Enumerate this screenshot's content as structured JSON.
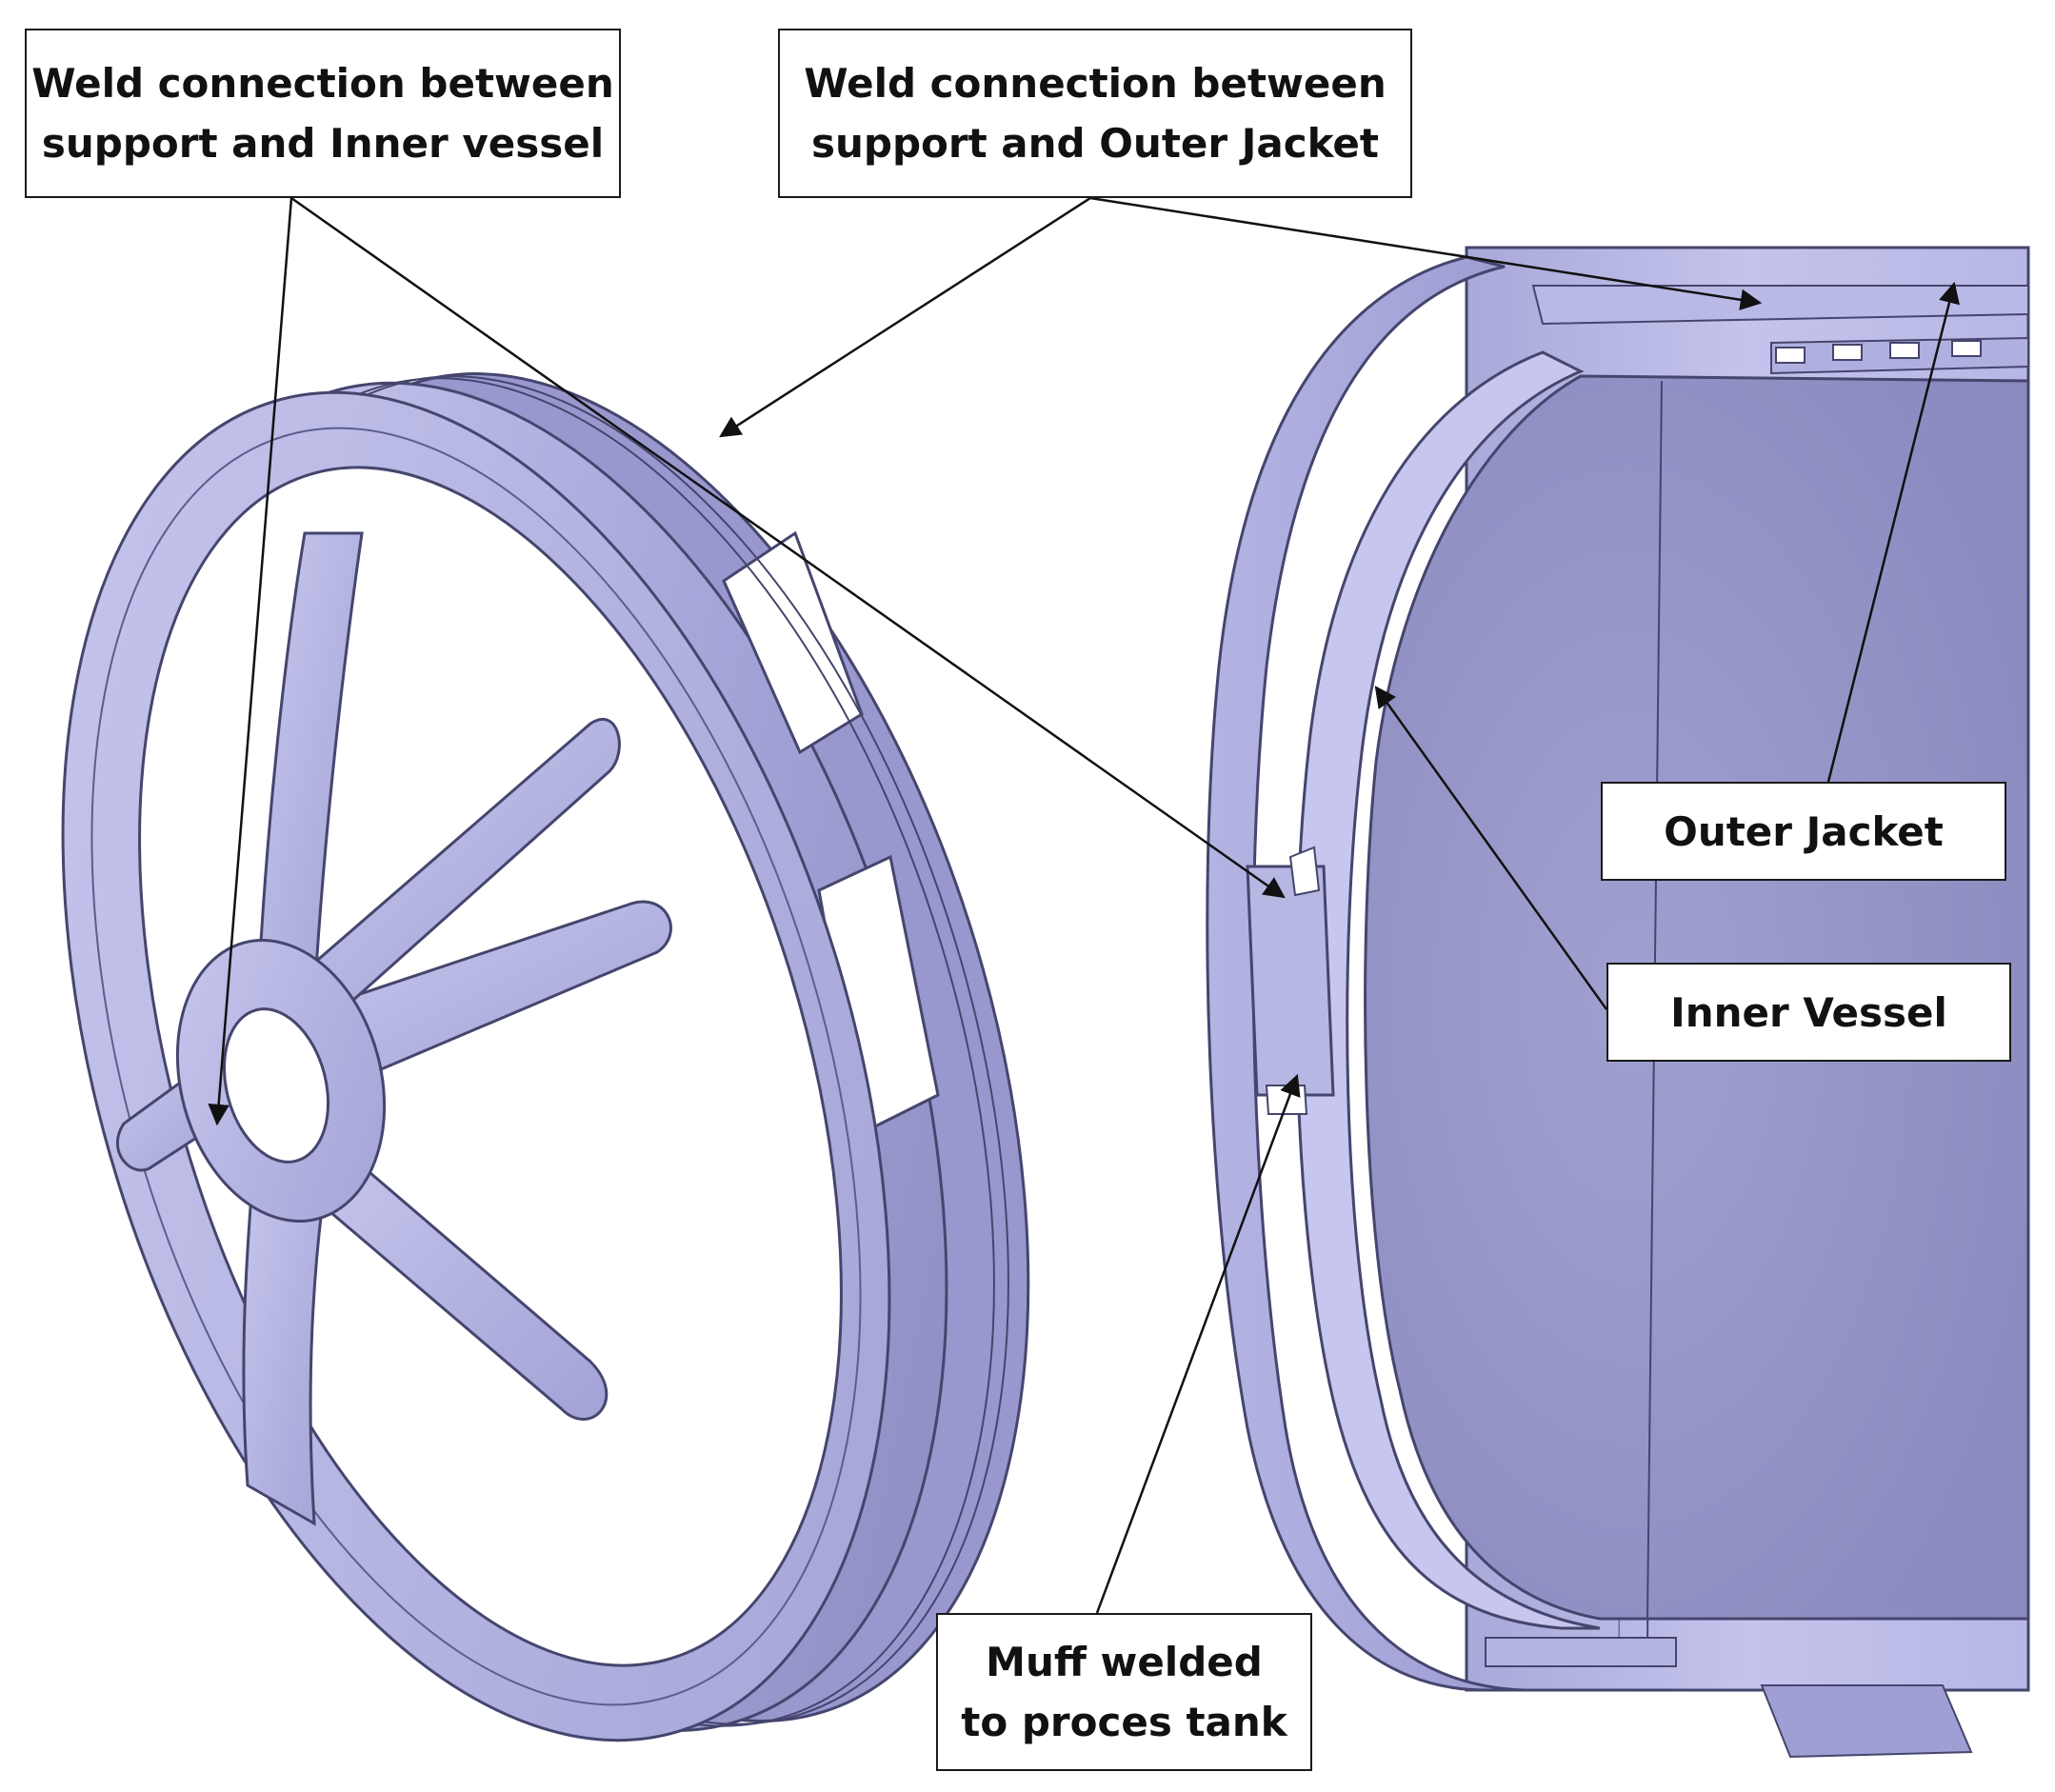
{
  "callouts": {
    "support_inner_weld": "Weld connection between\nsupport and Inner vessel",
    "support_outer_weld": "Weld connection between\nsupport and Outer Jacket",
    "outer_jacket": "Outer Jacket",
    "inner_vessel": "Inner Vessel",
    "muff": "Muff welded\nto proces tank"
  },
  "colors": {
    "metal_light": "#c9c9ef",
    "metal_mid": "#a7a7db",
    "metal_dark": "#7f7fb8",
    "edge": "#45456e",
    "leader": "#111111"
  }
}
